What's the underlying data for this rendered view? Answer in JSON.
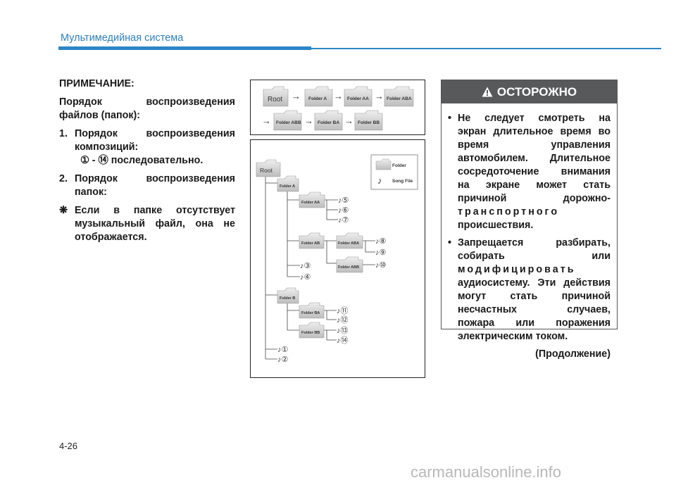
{
  "header": {
    "title": "Мультимедийная система"
  },
  "note": {
    "heading": "ПРИМЕЧАНИЕ:",
    "order_line1": "Порядок воспроизведения",
    "order_line2": "файлов (папок):",
    "item1_num": "1.",
    "item1_line1": "Порядок воспроизведения",
    "item1_line2": "композиций:",
    "item1_range": "① - ⑭ последовательно.",
    "item2_num": "2.",
    "item2_line1": "Порядок воспроизведения",
    "item2_line2": "папок:",
    "asterisk": "❋",
    "item3_line1": "Если в папке отсутствует",
    "item3_line2": "музыкальный файл, она не",
    "item3_line3": "отображается."
  },
  "top_diagram": {
    "root": "Root",
    "folder_a": "Folder A",
    "folder_aa": "Folder AA",
    "folder_aba": "Folder ABA",
    "folder_abb": "Folder ABB",
    "folder_ba": "Folder BA",
    "folder_bb": "Folder BB",
    "arrow": "→"
  },
  "tree": {
    "root": "Root",
    "folder_a": "Folder A",
    "folder_aa": "Folder AA",
    "folder_ab": "Folder AB",
    "folder_aba": "Folder ABA",
    "folder_abb": "Folder ABB",
    "folder_b": "Folder B",
    "folder_ba": "Folder BA",
    "folder_bb": "Folder BB",
    "legend_folder": "Folder",
    "legend_song": "Song File",
    "note_symbol": "♪",
    "songs": [
      "①",
      "②",
      "③",
      "④",
      "⑤",
      "⑥",
      "⑦",
      "⑧",
      "⑨",
      "⑩",
      "⑪",
      "⑫",
      "⑬",
      "⑭"
    ]
  },
  "warning": {
    "title": "ОСТОРОЖНО",
    "bullet": "•",
    "b1_l1": "Не следует смотреть на",
    "b1_l2": "экран длительное время во",
    "b1_l3": "время управления",
    "b1_l4": "автомобилем. Длительное",
    "b1_l5": "сосредоточение внимания",
    "b1_l6": "на экране может стать",
    "b1_l7": "причиной дорожно-",
    "b1_l8": "транспортного",
    "b1_l9": "происшествия.",
    "b2_l1": "Запрещается разбирать,",
    "b2_l2": "собирать или",
    "b2_l3": "модифицировать",
    "b2_l4": "аудиосистему. Эти действия",
    "b2_l5": "могут стать причиной",
    "b2_l6": "несчастных случаев,",
    "b2_l7": "пожара или поражения",
    "b2_l8": "электрическим током.",
    "continued": "(Продолжение)"
  },
  "footer": {
    "page": "4-26",
    "watermark": "carmanualsonline.info"
  }
}
